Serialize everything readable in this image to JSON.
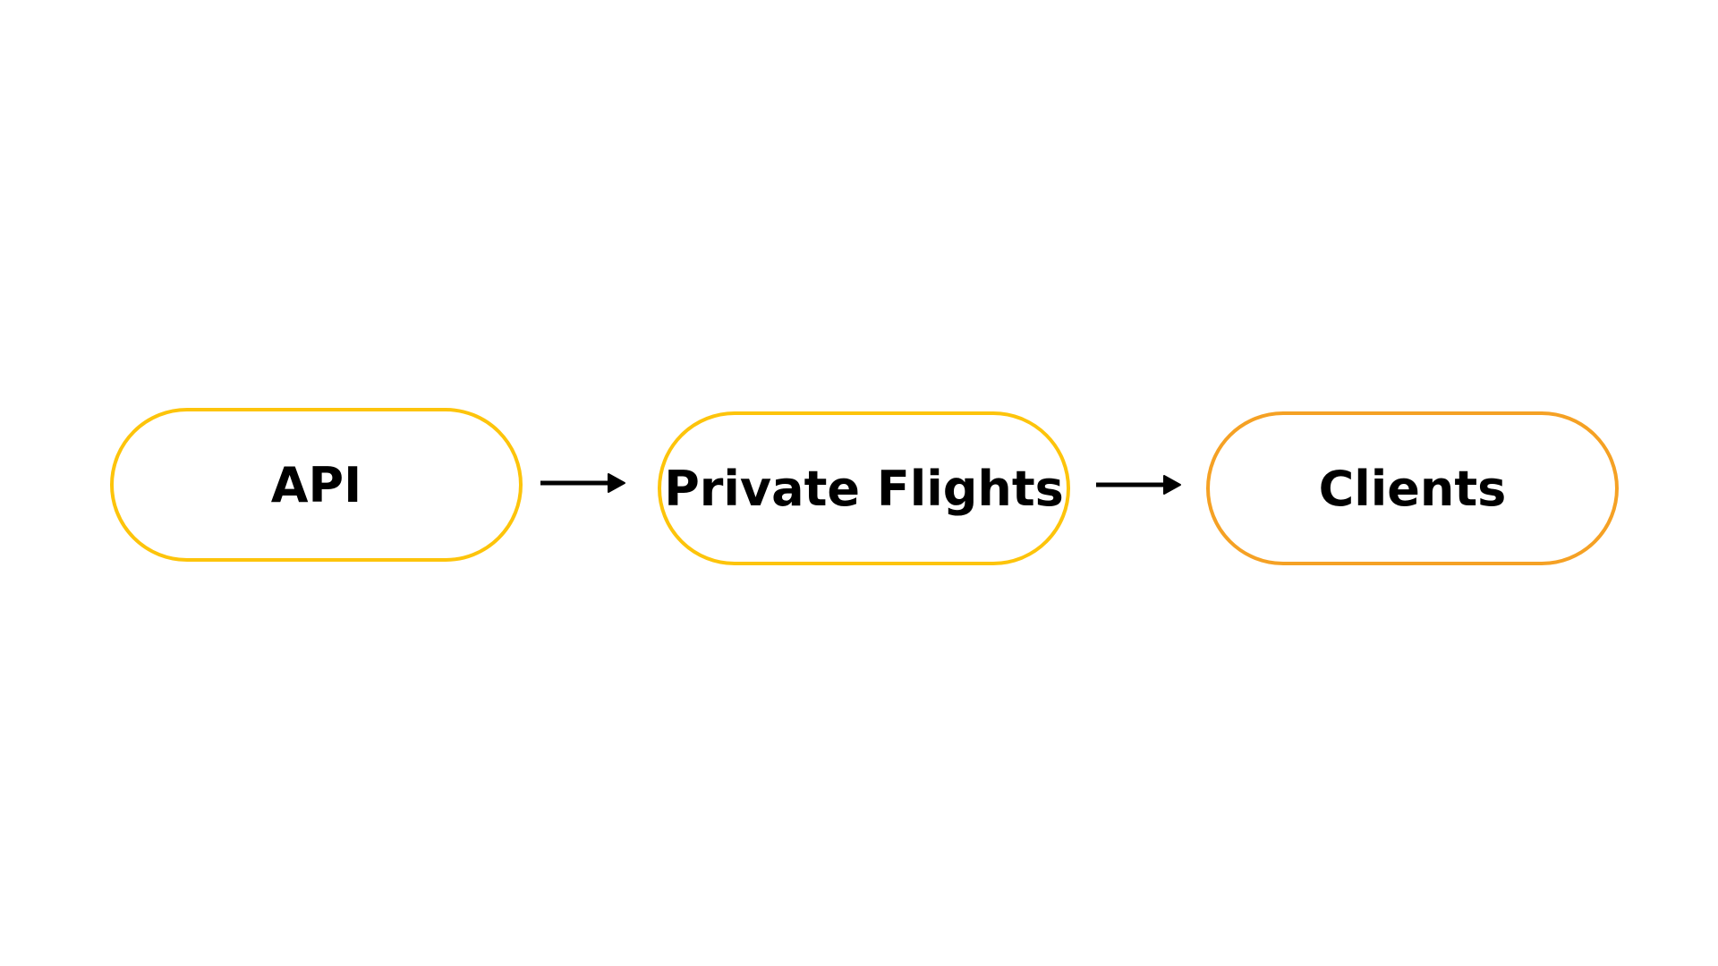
{
  "diagram": {
    "nodes": [
      {
        "id": "api",
        "label": "API",
        "border_color": "#FDC40B"
      },
      {
        "id": "private-flights",
        "label": "Private Flights",
        "border_color": "#FDC40B"
      },
      {
        "id": "clients",
        "label": "Clients",
        "border_color": "#F5A124"
      }
    ],
    "edges": [
      {
        "from": "api",
        "to": "private-flights"
      },
      {
        "from": "private-flights",
        "to": "clients"
      }
    ],
    "arrow_color": "#000000",
    "background": "#FFFFFF"
  }
}
